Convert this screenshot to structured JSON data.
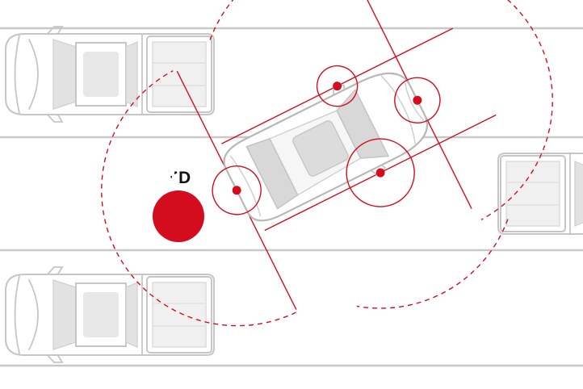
{
  "badge": {
    "label": "HD",
    "icon": "video-camera"
  },
  "colors": {
    "accent_red": "#d40d1e",
    "lane_gray": "#c8c8c8",
    "vehicle_outline_gray": "#c6c6c6",
    "ego_outline_gray": "#b8b8b8",
    "glass_gray": "#e2e2e2",
    "label_black": "#111111",
    "background": "#ffffff"
  },
  "cameras": {
    "count": 4,
    "labels": [
      "front-camera",
      "rear-camera",
      "driver-mirror-camera",
      "passenger-mirror-camera"
    ]
  }
}
